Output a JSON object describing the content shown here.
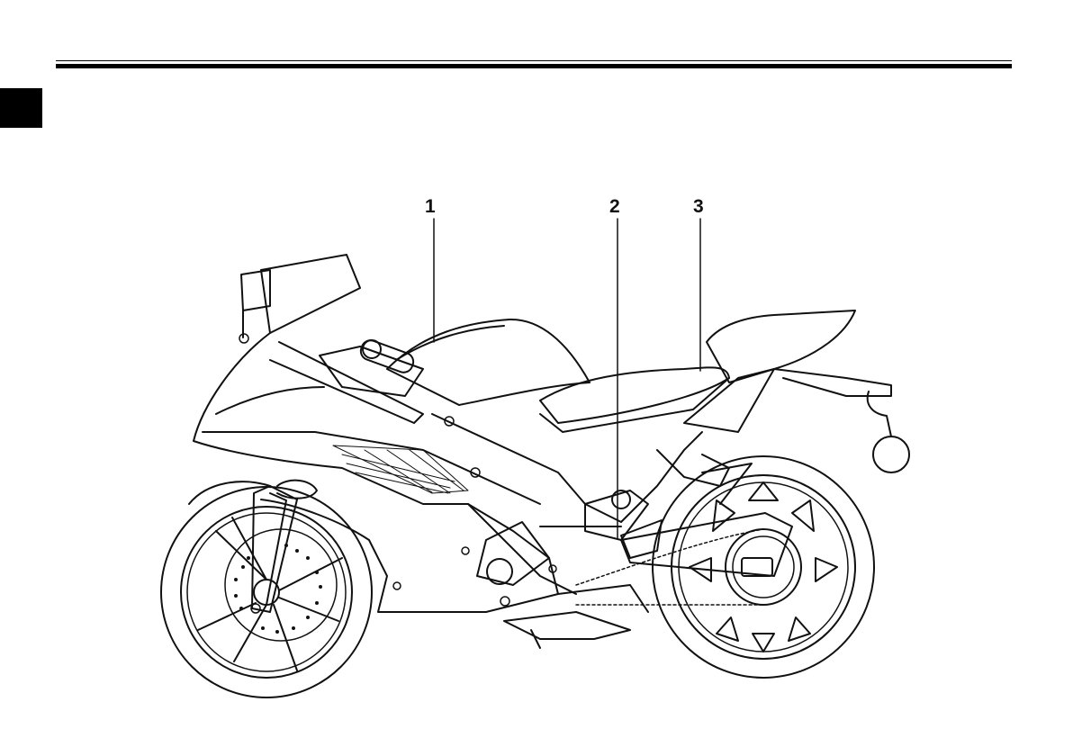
{
  "callouts": {
    "c1": "1",
    "c2": "2",
    "c3": "3"
  },
  "colors": {
    "ink": "#111111",
    "paper": "#ffffff"
  }
}
